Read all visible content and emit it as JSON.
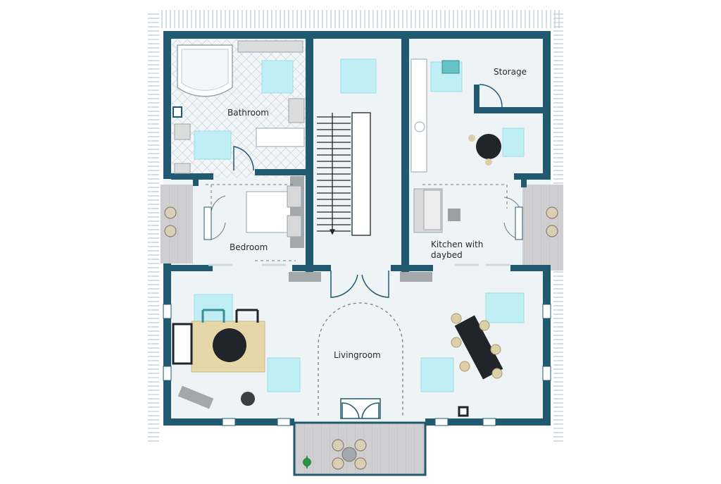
{
  "plan": {
    "colors": {
      "wall": "#215a70",
      "floor": "#eef3f6",
      "balcony": "#cfcfd1",
      "rug": "#e6d7a8",
      "glass": "#bfeff4",
      "furniture_dark": "#1f2528",
      "furniture_light": "#dcdcdc"
    },
    "rooms": {
      "bathroom": "Bathroom",
      "storage": "Storage",
      "bedroom": "Bedroom",
      "kitchen_line1": "Kitchen with",
      "kitchen_line2": "daybed",
      "livingroom": "Livingroom"
    }
  }
}
